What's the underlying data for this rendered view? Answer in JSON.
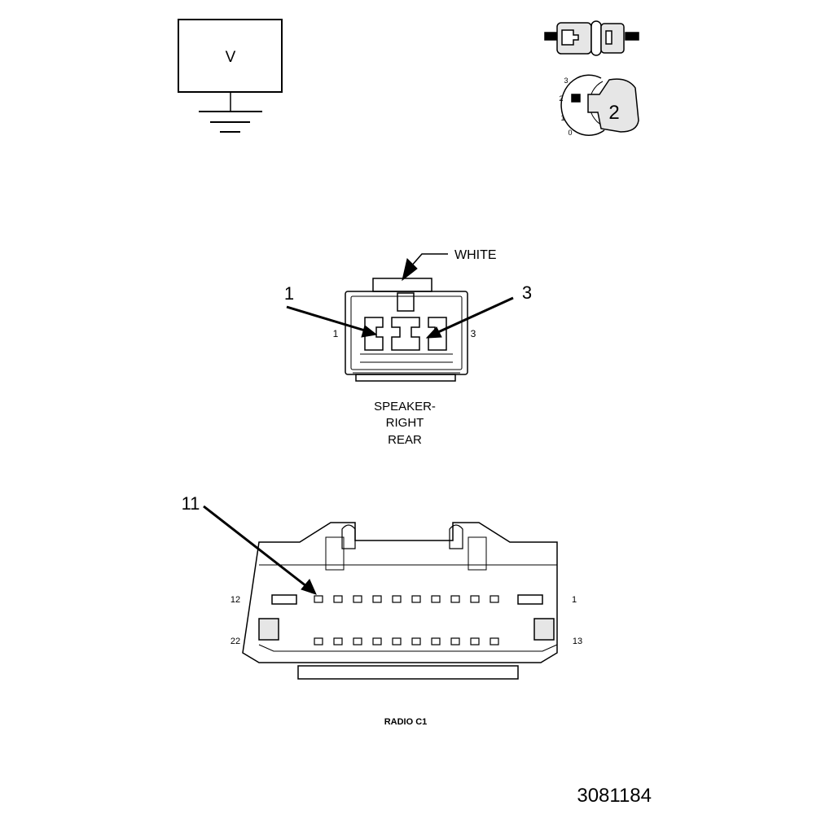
{
  "voltmeter": {
    "symbol": "V"
  },
  "ignition": {
    "positions": [
      "3",
      "2",
      "1",
      "0"
    ],
    "selected": "2"
  },
  "speaker_connector": {
    "color_callout": "WHITE",
    "pin_callouts": [
      "1",
      "3"
    ],
    "pin_numbers": [
      "1",
      "3"
    ],
    "name_lines": [
      "SPEAKER-",
      "RIGHT",
      "REAR"
    ]
  },
  "radio_connector": {
    "pin_callout": "11",
    "top_row_left": "12",
    "top_row_right": "1",
    "bottom_row_left": "22",
    "bottom_row_right": "13",
    "name": "RADIO C1"
  },
  "figure_id": "3081184"
}
